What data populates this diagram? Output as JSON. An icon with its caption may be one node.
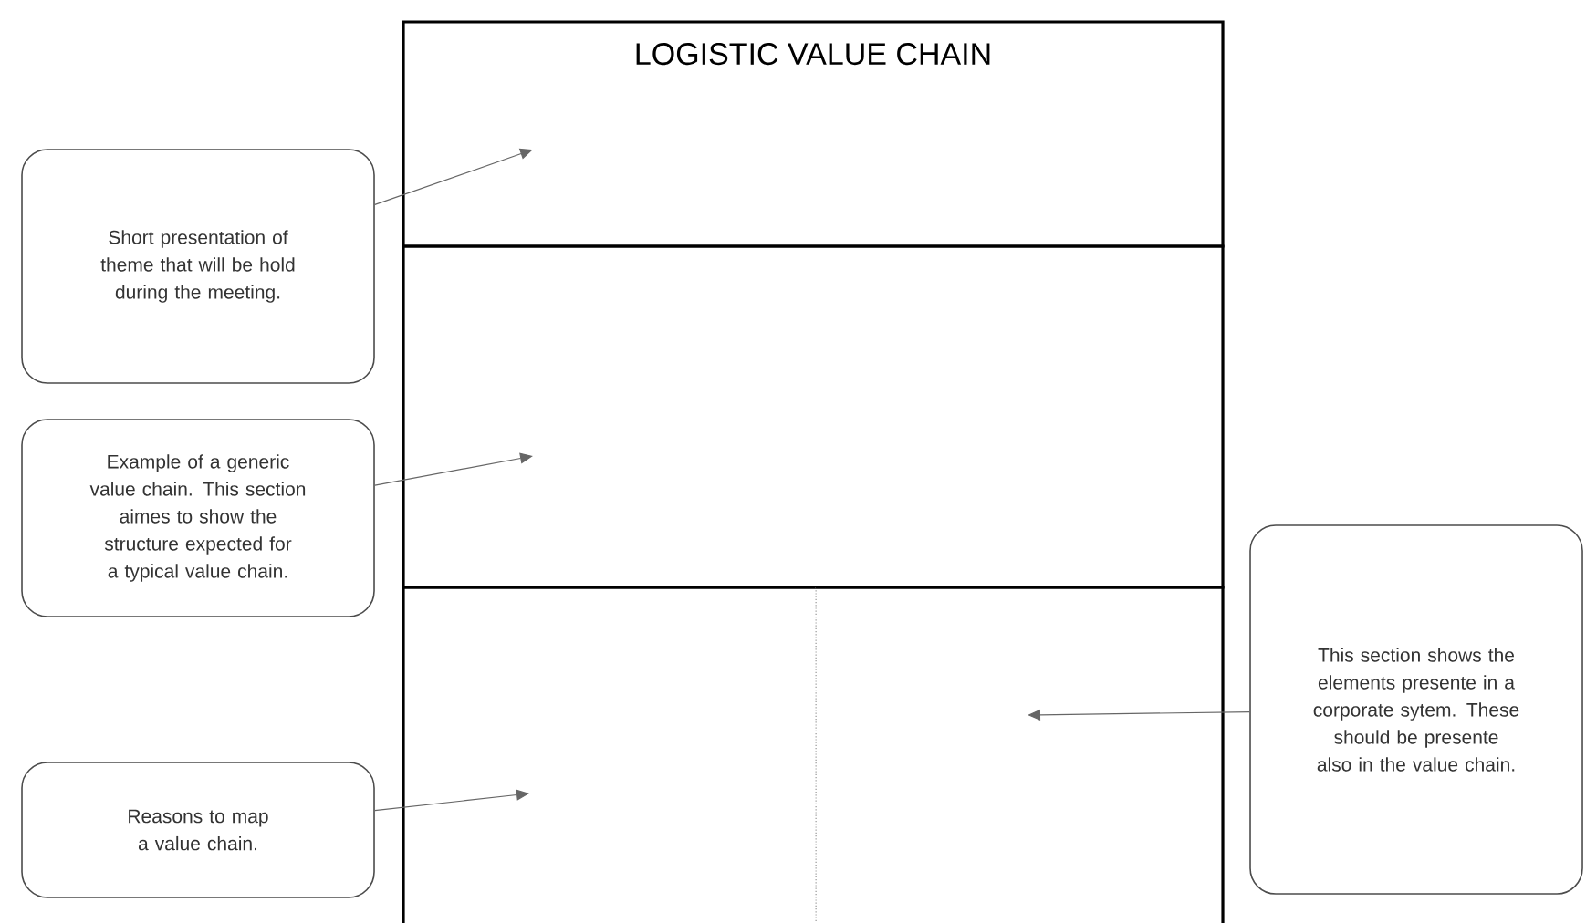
{
  "diagram": {
    "nodes": [
      {
        "text": [
          "LOGISTIC VALUE CHAIN"
        ]
      },
      {
        "text": [],
        "shape": "box"
      },
      {
        "text": [],
        "shape": "box"
      },
      {
        "text": [],
        "shape": "box"
      },
      {
        "text": [
          "Short presentation of theme that will be hold during the meeting."
        ]
      },
      {
        "text": [
          "Example of a generic value chain. This section aimes to show the structure expected for a typical value chain."
        ]
      },
      {
        "text": [
          "Reasons to map a value chain."
        ]
      },
      {
        "text": [
          "This section shows the elements presente in a corporate sytem. These should be presente also in the value chain."
        ]
      }
    ],
    "edges": [
      {
        "from": 4,
        "to": 0,
        "arrow": "to"
      },
      {
        "from": 5,
        "to": 1,
        "arrow": "to"
      },
      {
        "from": 6,
        "to": 2,
        "arrow": "to"
      },
      {
        "from": 7,
        "to": 3,
        "arrow": "to"
      }
    ]
  }
}
